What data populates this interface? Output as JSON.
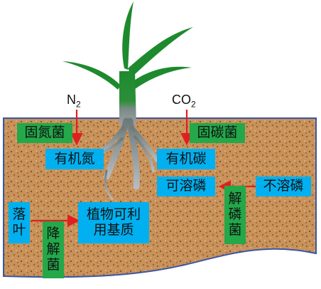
{
  "labels": {
    "n2_base": "N",
    "n2_sub": "2",
    "co2_base": "CO",
    "co2_sub": "2",
    "nitrogen_fixing_bacteria": "固氮菌",
    "organic_nitrogen": "有机氮",
    "carbon_fixing_bacteria": "固碳菌",
    "organic_carbon": "有机碳",
    "soluble_phosphorus": "可溶磷",
    "phosphate_solubilizing_bacteria": [
      "解",
      "磷",
      "菌"
    ],
    "insoluble_phosphorus": "不溶磷",
    "fallen_leaves": [
      "落",
      "叶"
    ],
    "decomposing_bacteria": [
      "降",
      "解",
      "菌"
    ],
    "plant_usable_matrix": [
      "植物可利",
      "用基质"
    ]
  },
  "colors": {
    "soil": "#c8925a",
    "soil_border": "#3b56a6",
    "blue_box": "#00b0f0",
    "green_box": "#23a84a",
    "arrow": "#e02020",
    "plant_green": "#1e8a2e",
    "root_gray": "#8c8f96"
  }
}
